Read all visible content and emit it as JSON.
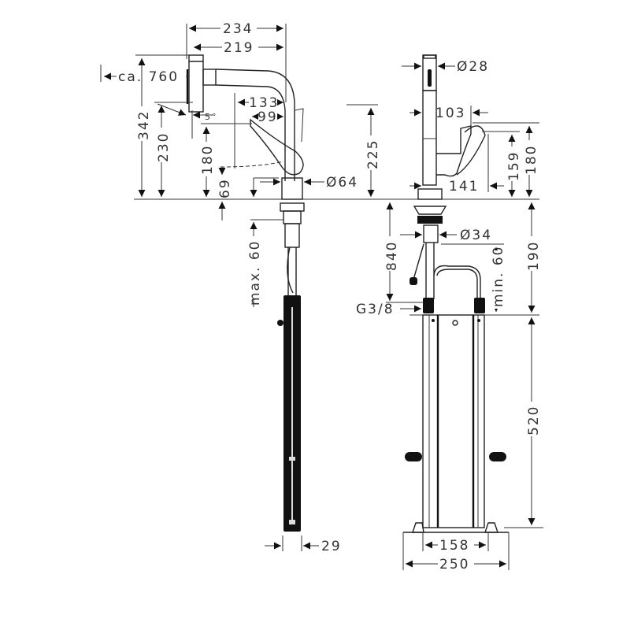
{
  "drawing": {
    "title": "Kitchen mixer pull-out spray with installation box – dimensional drawing",
    "colors": {
      "line": "#222222",
      "text": "#333333",
      "background": "#ffffff"
    },
    "left_view": {
      "dims": {
        "d234": "234",
        "d219": "219",
        "ca760": "ca. 760",
        "d133": "133",
        "d99": "99",
        "d342": "342",
        "d230": "230",
        "d180": "180",
        "d69": "69",
        "d64": "Ø64",
        "max60": "max. 60",
        "d29": "29",
        "angle": "5°"
      }
    },
    "right_view": {
      "dims": {
        "d28": "Ø28",
        "d103": "103",
        "d225": "225",
        "d159": "159",
        "d180": "180",
        "d141": "141",
        "d34": "Ø34",
        "d840": "840",
        "min60": "min. 60",
        "d190": "190",
        "g38": "G3/8",
        "d520": "520",
        "d158": "158",
        "d250": "250"
      }
    }
  }
}
